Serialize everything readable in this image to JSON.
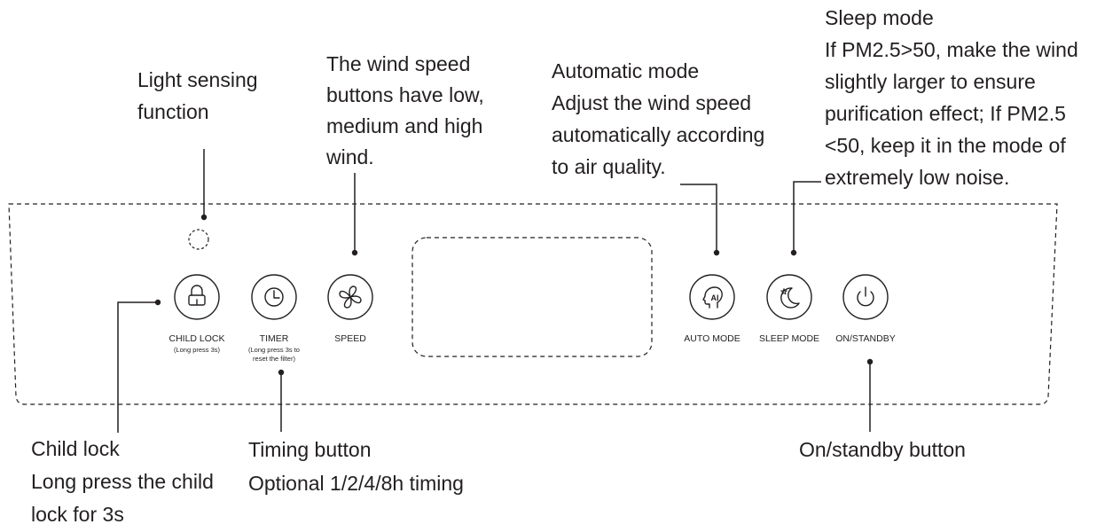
{
  "colors": {
    "line": "#231f20",
    "background": "#ffffff"
  },
  "annotations": {
    "light_sensing": {
      "lines": [
        "Light sensing",
        "function"
      ]
    },
    "wind_speed": {
      "lines": [
        "The wind speed",
        "buttons have low,",
        "medium and high",
        "wind."
      ]
    },
    "automatic_mode": {
      "lines": [
        "Automatic mode",
        "Adjust the wind speed",
        "automatically according",
        "to air quality."
      ]
    },
    "sleep_mode": {
      "lines": [
        "Sleep mode",
        "If PM2.5>50, make the wind",
        "slightly larger to ensure",
        "purification effect; If PM2.5",
        "<50, keep it in the mode of",
        "extremely low noise."
      ]
    },
    "child_lock": {
      "lines": [
        "Child lock",
        "Long press the child",
        "lock for 3s"
      ]
    },
    "timing_button": {
      "lines": [
        "Timing button",
        "Optional 1/2/4/8h timing"
      ]
    },
    "on_standby": {
      "lines": [
        "On/standby button"
      ]
    }
  },
  "panel": {
    "buttons": [
      {
        "label": "CHILD LOCK",
        "sub": [
          "(Long press 3s)"
        ],
        "icon": "lock-icon"
      },
      {
        "label": "TIMER",
        "sub": [
          "(Long press 3s to",
          "reset the filter)"
        ],
        "icon": "clock-icon"
      },
      {
        "label": "SPEED",
        "icon": "fan-icon"
      },
      {
        "label": "AUTO MODE",
        "icon": "ai-head-icon",
        "icon_text": "AI"
      },
      {
        "label": "SLEEP MODE",
        "icon": "moon-star-icon"
      },
      {
        "label": "ON/STANDBY",
        "icon": "power-icon"
      }
    ]
  }
}
